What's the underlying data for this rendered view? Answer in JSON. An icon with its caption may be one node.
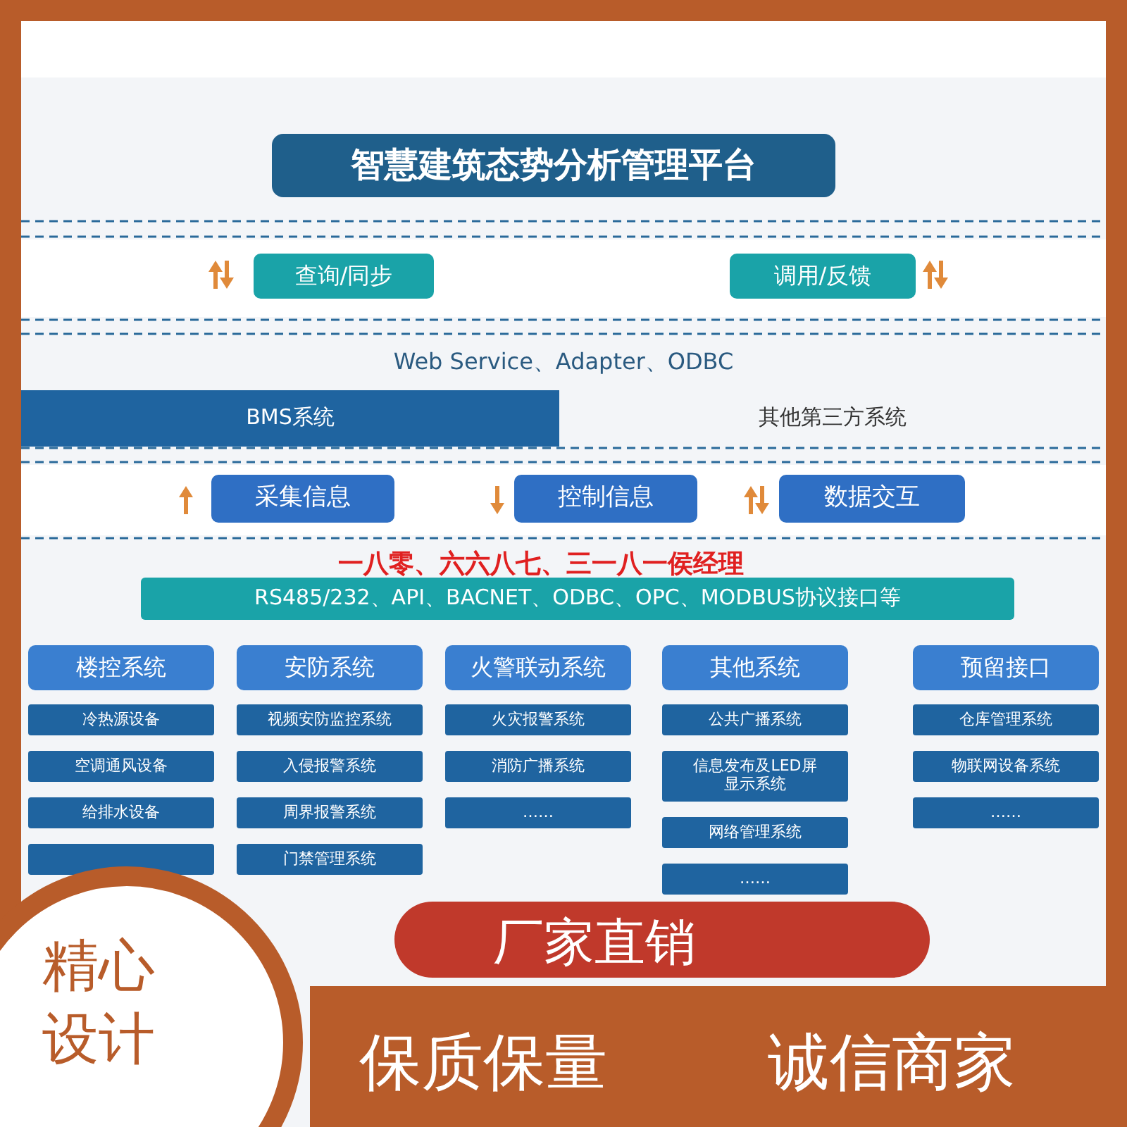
{
  "diagram": {
    "nodes": [
      {
        "text": [
          "智慧建筑态势分析管理平台"
        ]
      },
      {
        "text": [
          "查询/同步"
        ]
      },
      {
        "text": [
          "调用/反馈"
        ]
      },
      {
        "text": [
          "Web Service、Adapter、ODBC"
        ]
      },
      {
        "text": [
          "BMS系统"
        ]
      },
      {
        "text": [
          "其他第三方系统"
        ]
      },
      {
        "text": [
          "采集信息"
        ]
      },
      {
        "text": [
          "控制信息"
        ]
      },
      {
        "text": [
          "数据交互"
        ]
      },
      {
        "text": [
          "RS485/232、API、BACNET、ODBC、OPC、MODBUS协议接口等"
        ]
      },
      {
        "text": [
          "楼控系统"
        ]
      },
      {
        "text": [
          "冷热源设备"
        ]
      },
      {
        "text": [
          "空调通风设备"
        ]
      },
      {
        "text": [
          "给排水设备"
        ]
      },
      {
        "text": [],
        "shape": "box"
      },
      {
        "text": [
          "安防系统"
        ]
      },
      {
        "text": [
          "视频安防监控系统"
        ]
      },
      {
        "text": [
          "入侵报警系统"
        ]
      },
      {
        "text": [
          "周界报警系统"
        ]
      },
      {
        "text": [
          "门禁管理系统"
        ]
      },
      {
        "text": [
          "火警联动系统"
        ]
      },
      {
        "text": [
          "火灾报警系统"
        ]
      },
      {
        "text": [
          "消防广播系统"
        ]
      },
      {
        "text": [
          "……"
        ]
      },
      {
        "text": [
          "其他系统"
        ]
      },
      {
        "text": [
          "公共广播系统"
        ]
      },
      {
        "text": [
          "信息发布及LED屏显示系统"
        ]
      },
      {
        "text": [
          "网络管理系统"
        ]
      },
      {
        "text": [
          "……"
        ]
      },
      {
        "text": [
          "预留接口"
        ]
      },
      {
        "text": [
          "仓库管理系统"
        ]
      },
      {
        "text": [
          "物联网设备系统"
        ]
      },
      {
        "text": [
          "……"
        ]
      }
    ],
    "edges": [],
    "labels": [
      "一八零、六六八七、三一八一侯经理",
      "精心设计",
      "厂家直销",
      "保质保量",
      "诚信商家"
    ]
  }
}
